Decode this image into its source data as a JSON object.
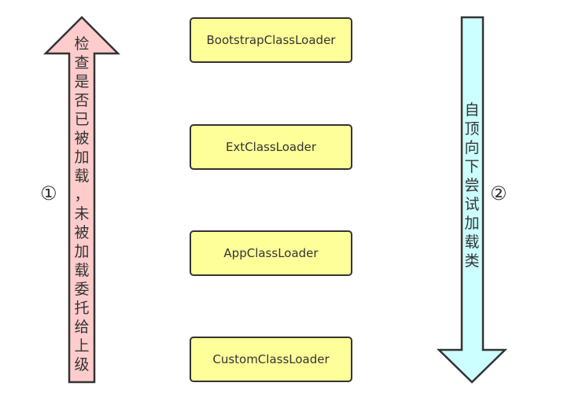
{
  "diagram": {
    "loaders": [
      "BootstrapClassLoader",
      "ExtClassLoader",
      "AppClassLoader",
      "CustomClassLoader"
    ],
    "left_step": {
      "number": "①",
      "text": "检查是否已被加载，未被加载委托给上级",
      "color": "#ffcccc"
    },
    "right_step": {
      "number": "②",
      "text": "自顶向下尝试加载类",
      "color": "#ccffff"
    },
    "colors": {
      "box_fill": "#ffff99",
      "stroke": "#333333"
    }
  }
}
